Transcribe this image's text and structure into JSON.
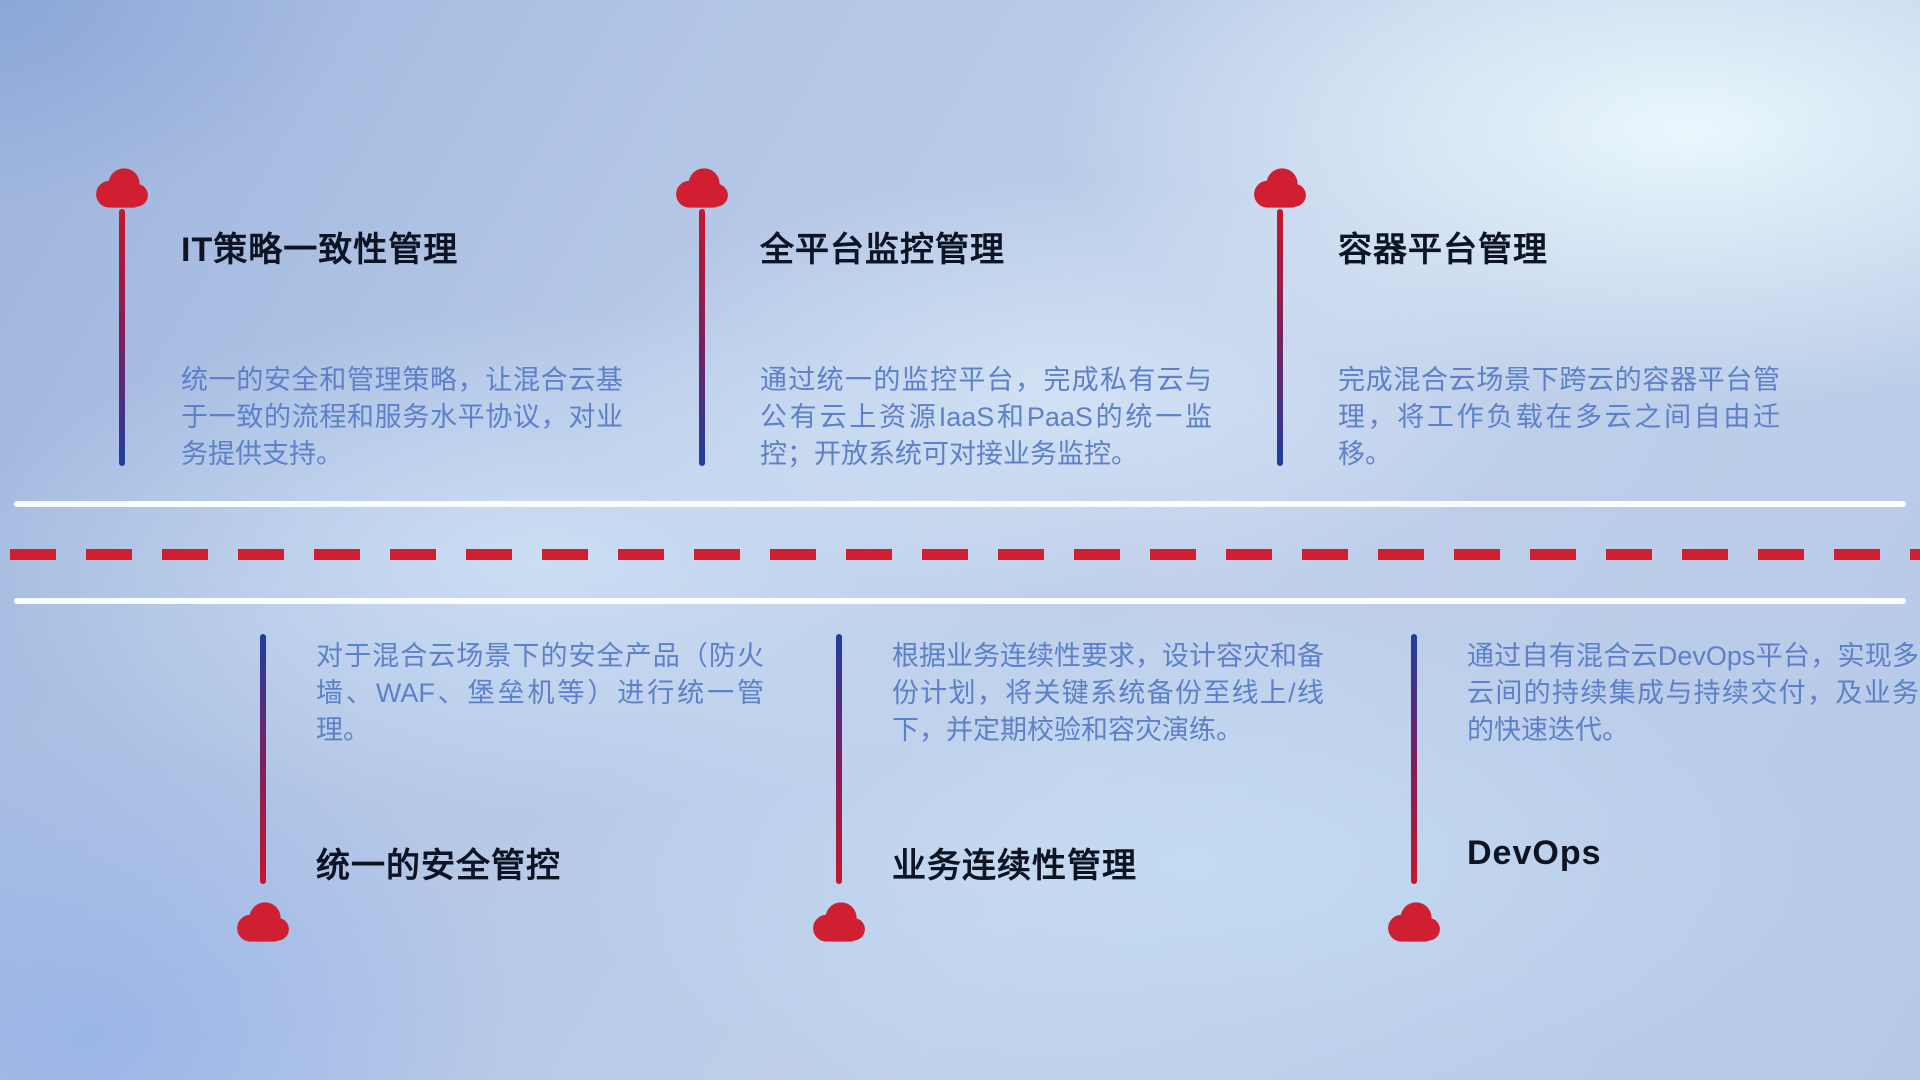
{
  "diagram": {
    "top_row": [
      {
        "title": "IT策略一致性管理",
        "description": "统一的安全和管理策略，让混合云基于一致的流程和服务水平协议，对业务提供支持。"
      },
      {
        "title": "全平台监控管理",
        "description": "通过统一的监控平台，完成私有云与公有云上资源IaaS和PaaS的统一监控；开放系统可对接业务监控。"
      },
      {
        "title": "容器平台管理",
        "description": "完成混合云场景下跨云的容器平台管理，将工作负载在多云之间自由迁移。"
      }
    ],
    "bottom_row": [
      {
        "title": "统一的安全管控",
        "description": "对于混合云场景下的安全产品（防火墙、WAF、堡垒机等）进行统一管理。"
      },
      {
        "title": "业务连续性管理",
        "description": "根据业务连续性要求，设计容灾和备份计划，将关键系统备份至线上/线下，并定期校验和容灾演练。"
      },
      {
        "title": "DevOps",
        "description": "通过自有混合云DevOps平台，实现多云间的持续集成与持续交付，及业务的快速迭代。"
      }
    ],
    "icons": {
      "marker": "cloud-icon"
    }
  },
  "colors": {
    "accent_red": "#d01f31",
    "stem_blue": "#1e3f9f",
    "title_text": "#0e1424",
    "description_text": "#5d80c8",
    "rail_white": "#ffffff"
  }
}
